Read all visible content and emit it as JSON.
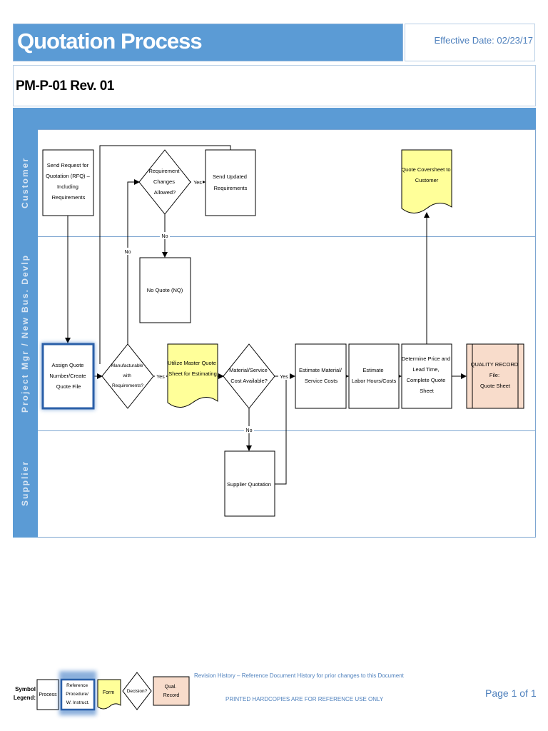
{
  "header": {
    "title": "Quotation Process",
    "effective_date": "Effective Date:  02/23/17",
    "doc_id": "PM-P-01    Rev. 01"
  },
  "lanes": {
    "customer": "Customer",
    "pm": "Project Mgr / New Bus. Devlp",
    "supplier": "Supplier"
  },
  "nodes": {
    "send_rfq": [
      "Send Request for",
      "Quotation (RFQ) –",
      "Including",
      "Requirements"
    ],
    "req_changes": [
      "Requirement",
      "Changes",
      "Allowed?"
    ],
    "send_updated": [
      "Send Updated",
      "Requirements"
    ],
    "quote_coversheet": [
      "Quote Coversheet to",
      "Customer"
    ],
    "no_quote": [
      "No Quote (NQ)"
    ],
    "assign_quote": [
      "Assign Quote",
      "Number/Create",
      "Quote File"
    ],
    "manufacturable": [
      "Manufacturable",
      "with",
      "Requirements?"
    ],
    "master_quote": [
      "Utilize Master Quote",
      "Sheet for Estimating"
    ],
    "material_cost": [
      "Material/Service",
      "Cost Available?"
    ],
    "est_material": [
      "Estimate Material/",
      "Service Costs"
    ],
    "est_labor": [
      "Estimate",
      "Labor Hours/Costs"
    ],
    "det_price": [
      "Determine Price and",
      "Lead Time,",
      "Complete Quote",
      "Sheet"
    ],
    "quality_record": [
      "QUALITY RECORD",
      "File:",
      "Quote Sheet"
    ],
    "supplier_quote": [
      "Supplier Quotation"
    ]
  },
  "edge_labels": {
    "yes": "Yes",
    "no": "No"
  },
  "legend": {
    "label": "Symbol Legend:",
    "process": "Process",
    "reference": [
      "Reference",
      "Procedure/",
      "W. Instruct."
    ],
    "form": "Form",
    "decision": "Decision?",
    "qual_record": [
      "Qual.",
      "Record"
    ]
  },
  "footer": {
    "revision": "Revision History – Reference Document History for prior changes to this Document",
    "printed": "PRINTED HARDCOPIES ARE FOR REFERENCE USE ONLY",
    "page": "Page 1 of 1"
  },
  "colors": {
    "blue": "#5b9bd5",
    "form_yellow": "#ffff99",
    "qual_record": "#f8dccb"
  }
}
